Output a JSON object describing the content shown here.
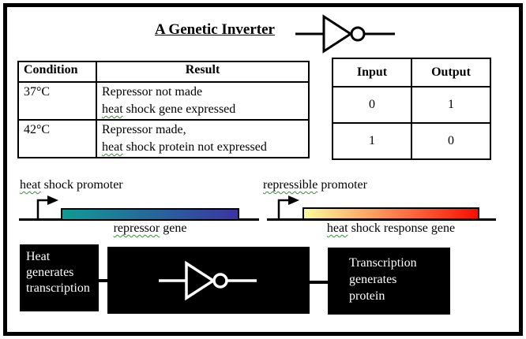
{
  "title": "A Genetic Inverter",
  "colors": {
    "squiggle": "#3a8a3a",
    "repressor_gradient_start": "#0f9c94",
    "repressor_gradient_end": "#3a35a3",
    "heat_shock_gradient_start": "#fffc9e",
    "heat_shock_gradient_end": "#fa0e00"
  },
  "condition_table": {
    "col_condition": "Condition",
    "col_result": "Result",
    "rows": [
      {
        "condition": "37°C",
        "line1": "Repressor not made",
        "line2_wavy": "heat",
        "line2_rest": " shock gene expressed"
      },
      {
        "condition": "42°C",
        "line1": "Repressor made,",
        "line2_wavy": "heat",
        "line2_rest": " shock protein not expressed"
      }
    ]
  },
  "truth_table": {
    "col_input": "Input",
    "col_output": "Output",
    "rows": [
      {
        "input": "0",
        "output": "1"
      },
      {
        "input": "1",
        "output": "0"
      }
    ]
  },
  "promoter_left": {
    "label_wavy": "heat",
    "label_rest": " shock promoter",
    "gene_wavy": "repressor",
    "gene_rest": " gene"
  },
  "promoter_right": {
    "label_wavy": "repressible",
    "label_rest": " promoter",
    "gene_wavy": "heat",
    "gene_rest": " shock response gene"
  },
  "flow": {
    "heat_box": {
      "line1": "Heat",
      "line2": "generates",
      "line3": "transcription"
    },
    "protein_box": {
      "line1": "Transcription",
      "line2": "generates",
      "line3": "protein"
    }
  }
}
